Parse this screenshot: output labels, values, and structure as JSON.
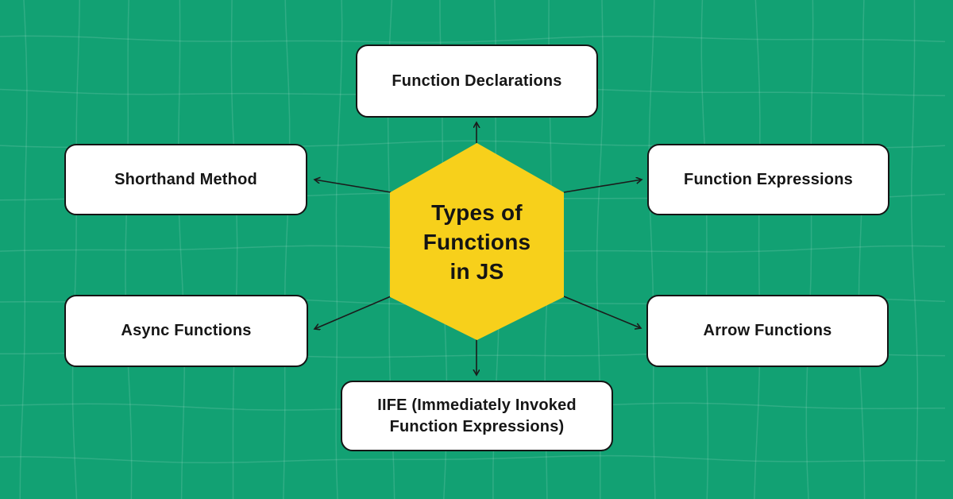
{
  "diagram": {
    "center": {
      "line1": "Types of",
      "line2": "Functions",
      "line3": "in JS"
    },
    "nodes": [
      {
        "id": "function-declarations",
        "label": "Function Declarations"
      },
      {
        "id": "shorthand-method",
        "label": "Shorthand Method"
      },
      {
        "id": "function-expressions",
        "label": "Function Expressions"
      },
      {
        "id": "async-functions",
        "label": "Async Functions"
      },
      {
        "id": "arrow-functions",
        "label": "Arrow Functions"
      },
      {
        "id": "iife",
        "label": "IIFE (Immediately Invoked Function Expressions)"
      }
    ],
    "colors": {
      "background": "#12A173",
      "hexagon": "#F7D01B",
      "box_background": "#FFFFFF",
      "box_border": "#141414",
      "text": "#161616",
      "arrow": "#1B1B1B"
    }
  }
}
